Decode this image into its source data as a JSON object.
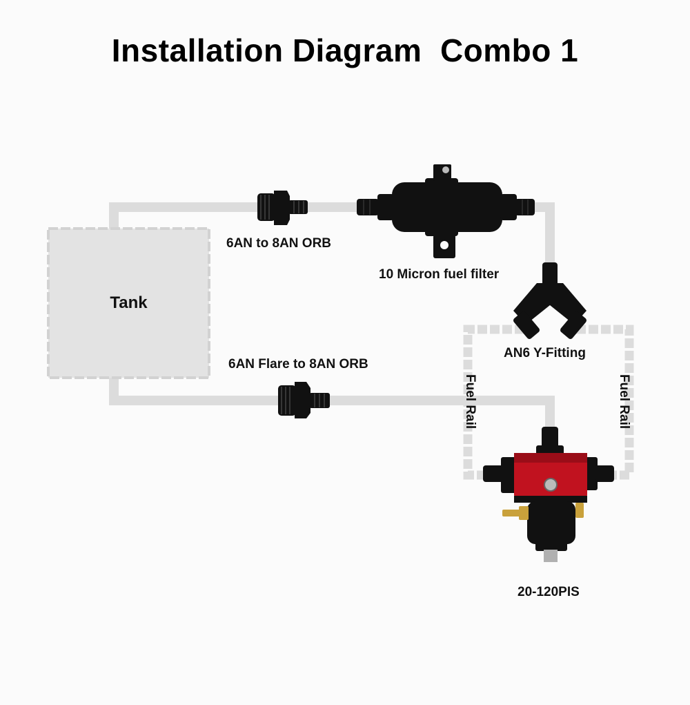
{
  "title": "Installation Diagram  Combo 1",
  "components": {
    "tank": "Tank",
    "fitting_top": "6AN to 8AN ORB",
    "filter": "10 Micron fuel filter",
    "y_fitting": "AN6 Y-Fitting",
    "fitting_bottom": "6AN Flare to 8AN ORB",
    "fuel_rail_left": "Fuel Rail",
    "fuel_rail_right": "Fuel Rail",
    "regulator": "20-120PIS"
  },
  "colors": {
    "line": "#dcdcdc",
    "tank_fill": "#e3e3e3",
    "fitting": "#111111",
    "regulator_body": "#c1121f",
    "brass": "#c9a13b"
  }
}
